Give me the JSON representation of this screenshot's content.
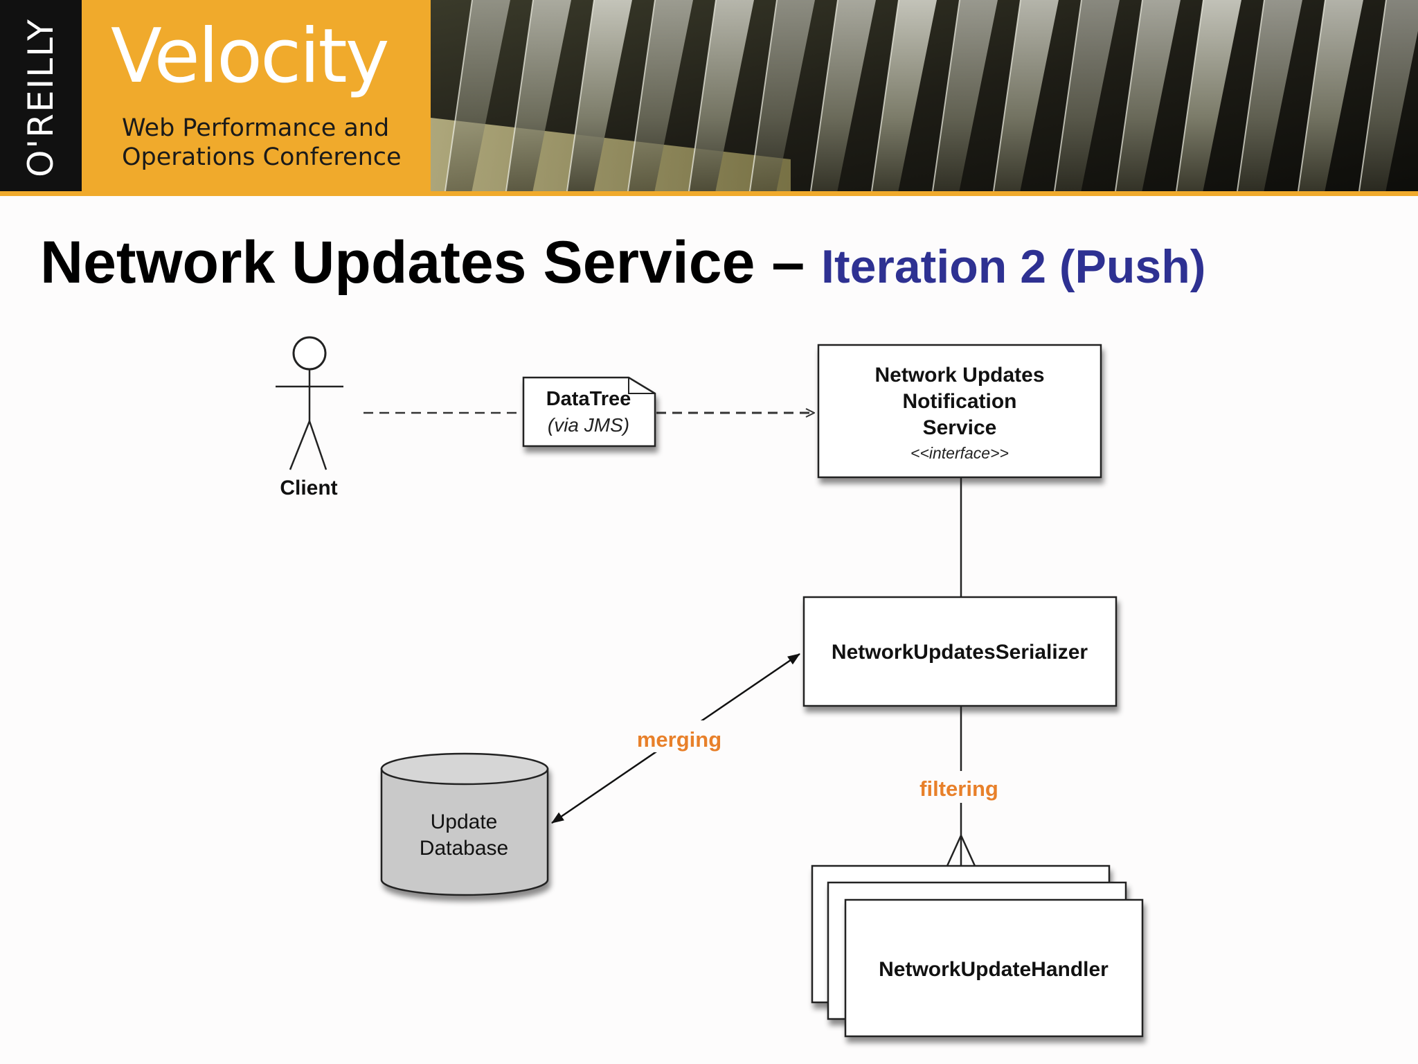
{
  "header": {
    "publisher": "O'REILLY",
    "brand": "Velocity",
    "tagline": "Web Performance and\nOperations Conference"
  },
  "title": {
    "main": "Network Updates Service – ",
    "sub": "Iteration 2 (Push)"
  },
  "diagram": {
    "actor_label": "Client",
    "message_name": "DataTree",
    "message_transport": "(via JMS)",
    "service_lines": [
      "Network Updates",
      "Notification",
      "Service"
    ],
    "service_stereotype": "<<interface>>",
    "serializer_label": "NetworkUpdatesSerializer",
    "database_lines": [
      "Update",
      "Database"
    ],
    "handler_label": "NetworkUpdateHandler",
    "edge_merging": "merging",
    "edge_filtering": "filtering",
    "colors": {
      "edge_label": "#e8802a",
      "title_accent": "#2e3192",
      "brand": "#f0aa2c",
      "database_fill": "#c9c9c9"
    }
  }
}
